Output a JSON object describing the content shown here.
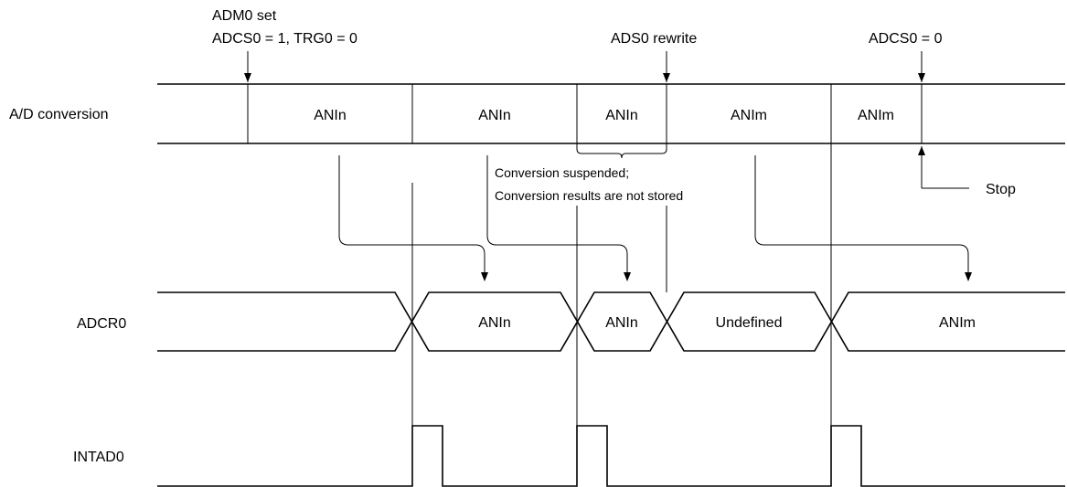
{
  "annotations": {
    "adm0_set_line1": "ADM0 set",
    "adm0_set_line2": "ADCS0 = 1, TRG0 = 0",
    "ads0_rewrite": "ADS0 rewrite",
    "adcs0_zero": "ADCS0 = 0",
    "suspended_line1": "Conversion suspended;",
    "suspended_line2": "Conversion results are not stored",
    "stop": "Stop"
  },
  "signals": {
    "ad_conversion": {
      "label": "A/D conversion",
      "segments": [
        "ANIn",
        "ANIn",
        "ANIn",
        "ANIm",
        "ANIm"
      ]
    },
    "adcr0": {
      "label": "ADCR0",
      "segments": [
        "ANIn",
        "ANIn",
        "Undefined",
        "ANIm"
      ]
    },
    "intad0": {
      "label": "INTAD0"
    }
  }
}
